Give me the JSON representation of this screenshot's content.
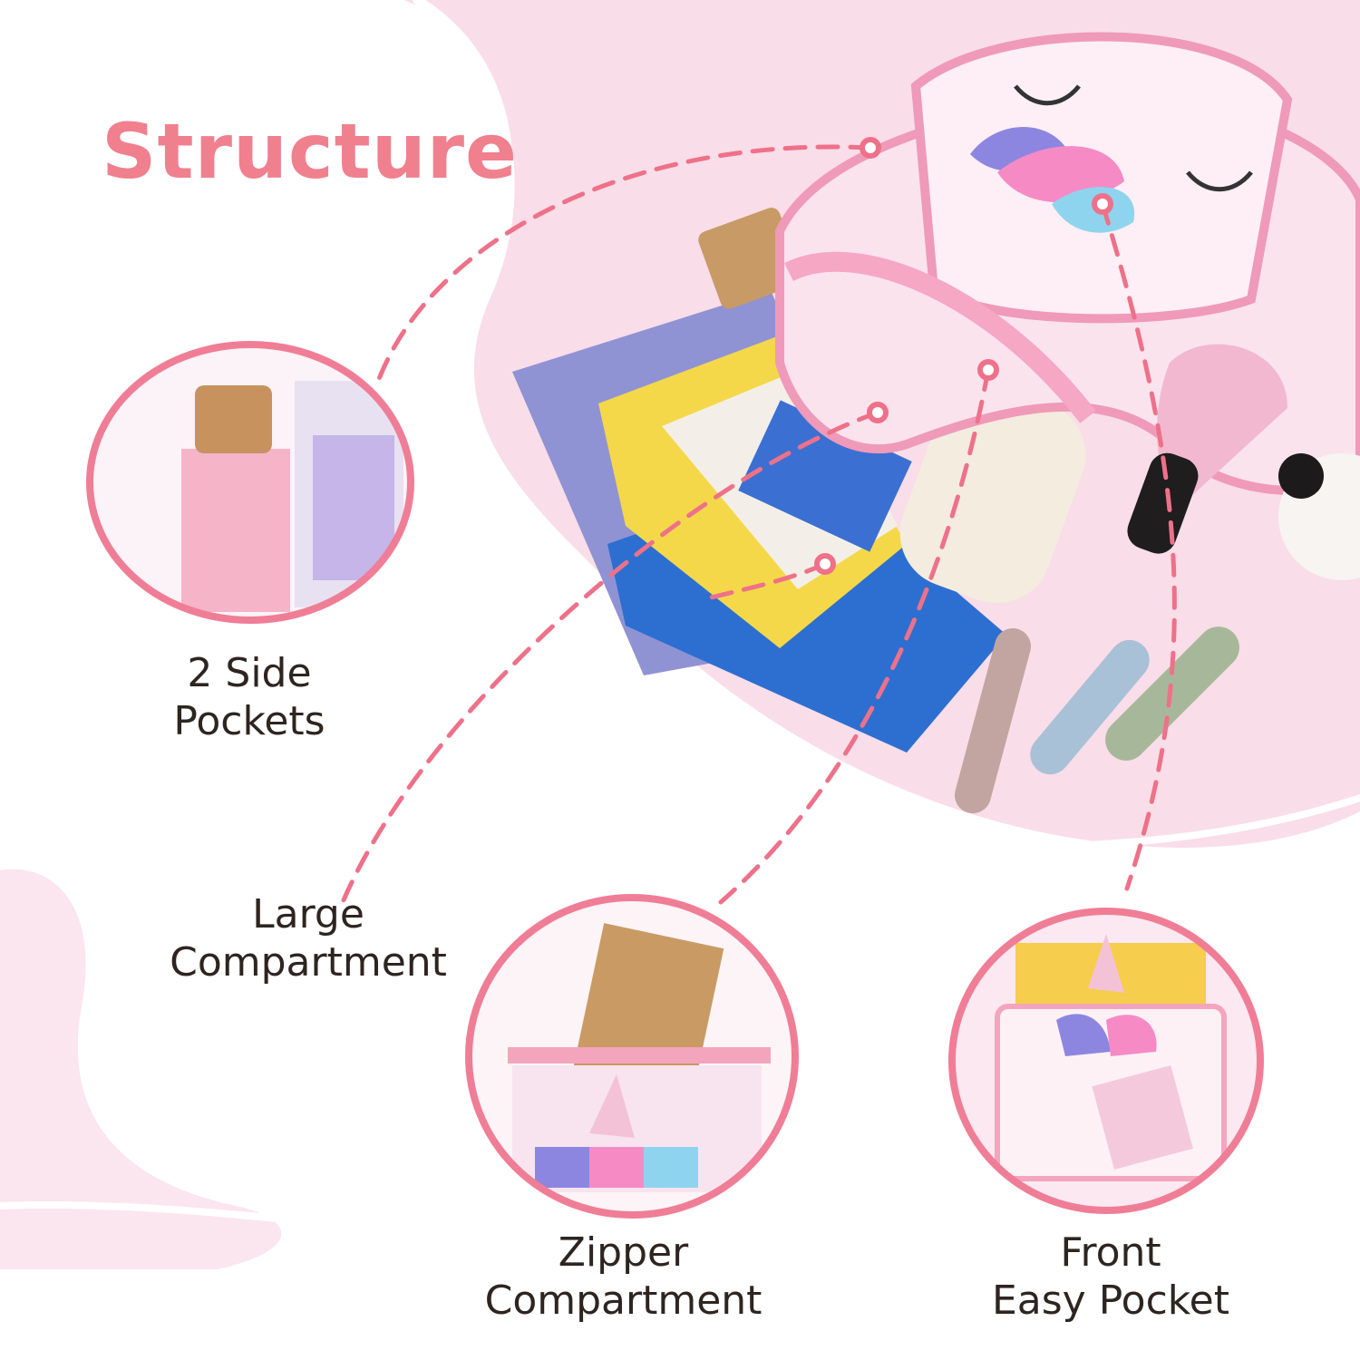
{
  "title": "Structure",
  "features": {
    "side_pockets": {
      "line1": "2 Side",
      "line2": "Pockets"
    },
    "large_compartment": {
      "line1": "Large",
      "line2": "Compartment"
    },
    "zipper_compartment": {
      "line1": "Zipper",
      "line2": "Compartment"
    },
    "front_pocket": {
      "line1": "Front",
      "line2": "Easy Pocket"
    }
  },
  "colors": {
    "accent": "#f0808e",
    "dash": "#ee7189",
    "background_pink": "#f8dbe6",
    "text": "#2e2520"
  }
}
